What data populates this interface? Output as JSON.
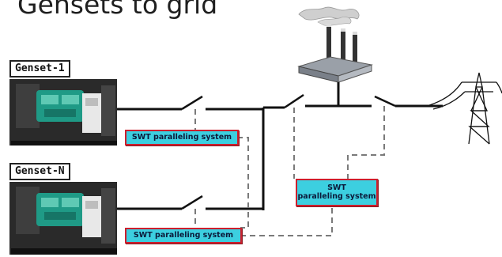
{
  "title": "Gensets to grid",
  "gensets": [
    {
      "label": "Genset-1"
    },
    {
      "label": "Genset-N"
    }
  ],
  "swt_boxes": {
    "top": "SWT paralleling system",
    "bottom": "SWT paralleling system",
    "middle_line1": "SWT",
    "middle_line2": "paralleling system"
  },
  "colors": {
    "swt_fill": "#3ccfe0",
    "swt_border": "#cc1f2d",
    "line": "#111111",
    "dashed": "#777777"
  }
}
